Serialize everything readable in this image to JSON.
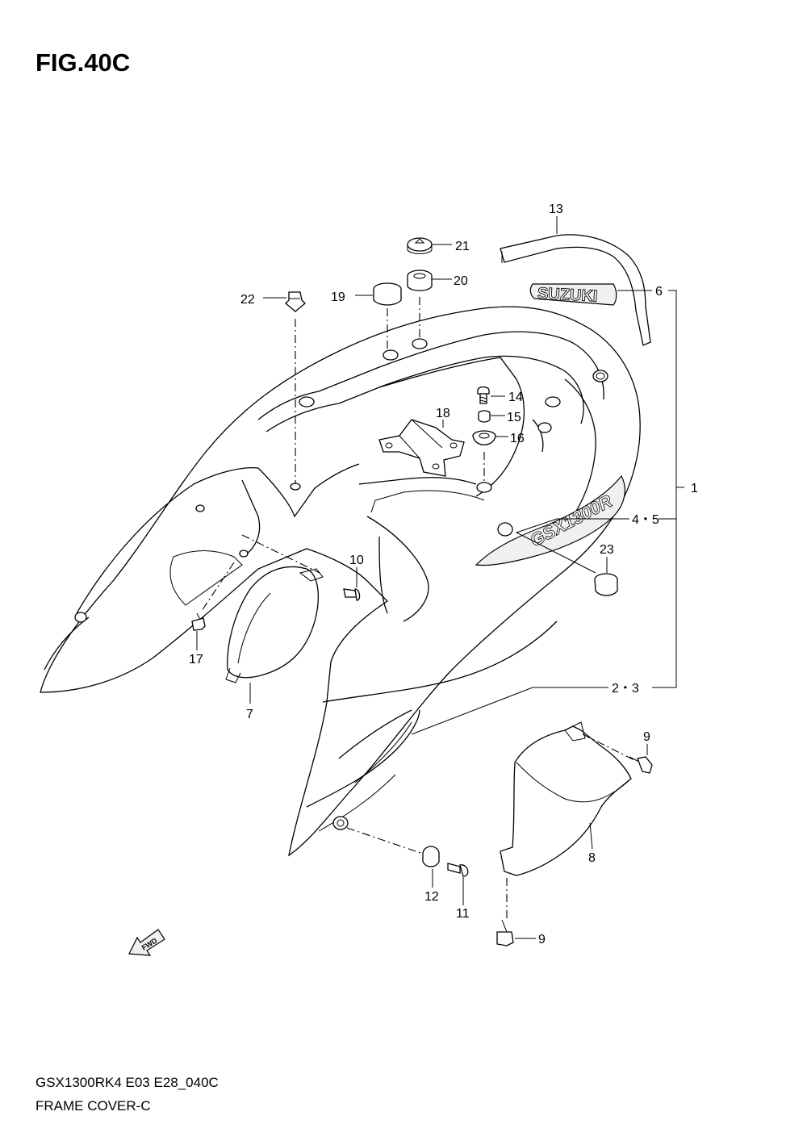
{
  "figure": {
    "title": "FIG.40C",
    "model_code": "GSX1300RK4 E03 E28_040C",
    "section_name": "FRAME COVER-C"
  },
  "decals": {
    "brand": "SUZUKI",
    "model": "GSX1300R",
    "fwd_arrow": "FWD"
  },
  "callouts": [
    {
      "id": "c1",
      "label": "1"
    },
    {
      "id": "c23",
      "label": "2・3"
    },
    {
      "id": "c45",
      "label": "4・5"
    },
    {
      "id": "c6",
      "label": "6"
    },
    {
      "id": "c7",
      "label": "7"
    },
    {
      "id": "c8",
      "label": "8"
    },
    {
      "id": "c9a",
      "label": "9"
    },
    {
      "id": "c9b",
      "label": "9"
    },
    {
      "id": "c10",
      "label": "10"
    },
    {
      "id": "c11",
      "label": "11"
    },
    {
      "id": "c12",
      "label": "12"
    },
    {
      "id": "c13",
      "label": "13"
    },
    {
      "id": "c14",
      "label": "14"
    },
    {
      "id": "c15",
      "label": "15"
    },
    {
      "id": "c16",
      "label": "16"
    },
    {
      "id": "c17",
      "label": "17"
    },
    {
      "id": "c18",
      "label": "18"
    },
    {
      "id": "c19",
      "label": "19"
    },
    {
      "id": "c20",
      "label": "20"
    },
    {
      "id": "c21",
      "label": "21"
    },
    {
      "id": "c22",
      "label": "22"
    },
    {
      "id": "c23b",
      "label": "23"
    }
  ]
}
